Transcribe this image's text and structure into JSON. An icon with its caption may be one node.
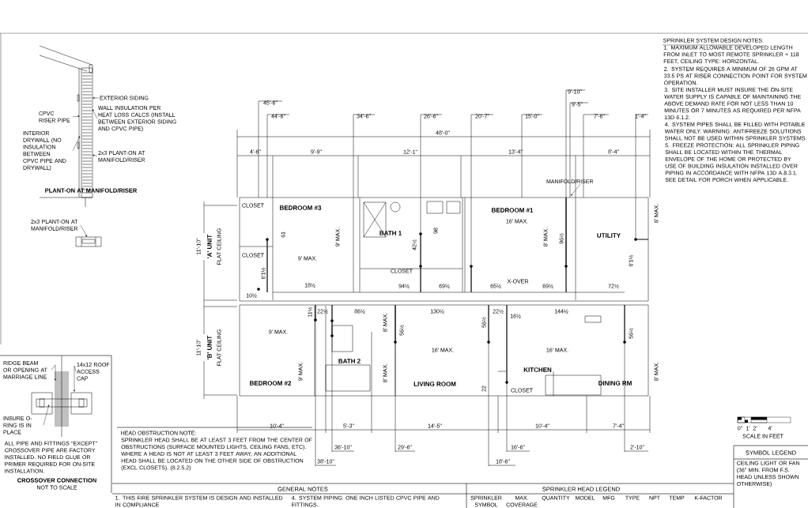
{
  "diagram": {
    "nodes": [
      {
        "text": [
          "EXTERIOR SIDING"
        ]
      },
      {
        "text": [
          "WALL INSULATION PER HEAT LOSS CALCS (INSTALL BETWEEN EXTERIOR SIDING AND CPVC PIPE)"
        ]
      },
      {
        "text": [
          "CPVC RISER PIPE"
        ]
      },
      {
        "text": [
          "INTERIOR DRYWALL (NO INSULATION BETWEEN CPVC PIPE AND DRYWALL)"
        ]
      },
      {
        "text": [
          "2x3 PLANT-ON AT MANIFOLD/RISER"
        ]
      },
      {
        "text": [
          "2x3 PLANT-ON AT MANIFOLD/RISER"
        ]
      },
      {
        "text": [
          "RIDGE BEAM OR OPENING AT MARRIAGE LINE"
        ]
      },
      {
        "text": [
          "14x12 ROOF ACCESS CAP"
        ]
      },
      {
        "text": [
          "INSURE O-RING IS IN PLACE"
        ]
      },
      {
        "text": [
          "MANIFOLD/RISER"
        ]
      }
    ],
    "edges": [
      {
        "from": 0,
        "to": null,
        "arrow": "to"
      },
      {
        "from": 1,
        "to": null,
        "arrow": "to"
      },
      {
        "from": 2,
        "to": null,
        "arrow": "to"
      },
      {
        "from": 3,
        "to": null,
        "arrow": "to"
      },
      {
        "from": 4,
        "to": null,
        "arrow": "to"
      },
      {
        "from": 5,
        "to": null,
        "arrow": "to"
      },
      {
        "from": 6,
        "to": null,
        "arrow": "to"
      },
      {
        "from": 7,
        "to": null,
        "arrow": "to"
      },
      {
        "from": 8,
        "to": null,
        "arrow": "to"
      },
      {
        "from": 9,
        "to": null,
        "arrow": "to"
      }
    ],
    "labels": [
      "PLANT-ON AT MANIFOLD/RISER",
      "45'-6\"",
      "9'-10\"",
      "9'-5\"",
      "44'-6\"",
      "34'-6\"",
      "26'-6\"",
      "20'-7\"",
      "15'-0\"",
      "7'-6\"",
      "1'-4\"",
      "48'-0\"",
      "4'-6\"",
      "9'-9\"",
      "12'-1\"",
      "13'-4\"",
      "8'-4\"",
      "SPRINKLER SYSTEM DESIGN NOTES:",
      "1. MAXIMUM ALLOWABLE DEVELOPED LENGTH FROM INLET TO MOST REMOTE SPRINKLER = 118 FEET, CEILING TYPE: HORIZONTAL.",
      "2. SYSTEM REQUIRES A MINIMUM OF 26 GPM AT 33.5 PS AT RISER CONNECTION POINT FOR SYSTEM OPERATION.",
      "3. SITE INSTALLER MUST INSURE THE ON-SITE WATER SUPPLY IS CAPABLE OF MAINTAINING THE ABOVE DEMAND RATE FOR NOT LESS THAN 10 MINUTES OR 7 MINUTES AS REQUIRED PER NFPA 13D 6.1.2.",
      "4. SYSTEM PIPES SHALL BE FILLED WITH POTABLE WATER ONLY. WARNING: ANTIFREEZE SOLUTIONS SHALL NOT BE USED WITHIN SPRINKLER SYSTEMS.",
      "5. FREEZE PROTECTION: ALL SPRINKLER PIPING SHALL BE LOCATED WITHIN THE THERMAL ENVELOPE OF THE HOME OR PROTECTED BY USE OF BUILDING INSULATION INSTALLED OVER PIPING IN ACCORDANCE WITH NFPA 13D A.8.3.1. SEE DETAIL FOR PORCH WHEN APPLICABLE.",
      "CLOSET",
      "BEDROOM #3",
      "BEDROOM #1",
      "BATH 1",
      "UTILITY",
      "CLOSET",
      "CLOSET",
      "X-OVER",
      "9' MAX.",
      "9' MAX.",
      "16' MAX.",
      "8' MAX.",
      "8' MAX.",
      "'A' UNIT",
      "FLAT CEILING",
      "11'-10\"",
      "'B' UNIT",
      "FLAT CEILING",
      "11'-10\"",
      "BATH 2",
      "KITCHEN",
      "BEDROOM #2",
      "LIVING ROOM",
      "DINING RM",
      "CLOSET",
      "9' MAX.",
      "9' MAX.",
      "8' MAX.",
      "8' MAX.",
      "16' MAX.",
      "16' MAX.",
      "8' MAX.",
      "61",
      "6'1½",
      "98",
      "42½",
      "96½",
      "6'1½",
      "18½",
      "10½",
      "94½",
      "69½",
      "65½",
      "69½",
      "72½",
      "11½",
      "22½",
      "86½",
      "130½",
      "22½",
      "16½",
      "144½",
      "56½",
      "56½",
      "56½",
      "22",
      "10'-4\"",
      "5'-3\"",
      "14'-5\"",
      "10'-4\"",
      "7'-4\"",
      "36'-10\"",
      "29'-6\"",
      "16'-6\"",
      "2'-10\"",
      "38'-10\"",
      "18'-6\"",
      "0\"",
      "1'",
      "2'",
      "4'",
      "SCALE IN FEET",
      "ALL PIPE AND FITTINGS \"EXCEPT\" CROSSOVER PIPE ARE FACTORY INSTALLED. NO FIELD GLUE OR PRIMER REQUIRED FOR ON-SITE INSTALLATION.",
      "CROSSOVER CONNECTION",
      "NOT TO SCALE",
      "HEAD OBSTRUCTION NOTE:",
      "SPRINKLER HEAD SHALL BE AT LEAST 3 FEET FROM THE CENTER OF OBSTRUCTIONS (SURFACE MOUNTED LIGHTS, CEILING FANS, ETC). WHERE A HEAD IS NOT AT LEAST 3 FEET AWAY, AN ADDITIONAL HEAD SHALL BE LOCATED ON THE OTHER SIDE OF OBSTRUCTION (EXCL CLOSETS). (8.2.5.2)",
      "GENERAL NOTES",
      "SPRINKLER HEAD LEGEND",
      "SYMBOL LEGEND",
      "1. THIS FIRE SPRINKLER SYSTEM IS DESIGN AND INSTALLED IN COMPLIANCE",
      "4. SYSTEM PIPING: ONE INCH LISTED CPVC PIPE AND FITTINGS.",
      "SPRINKLER SYMBOL",
      "MAX. COVERAGE",
      "QUANTITY",
      "MODEL",
      "MFG",
      "TYPE",
      "NPT",
      "TEMP",
      "K-FACTOR",
      "CEILING LIGHT OR FAN (36\" MIN. FROM F.S. HEAD UNLESS SHOWN OTHERWISE)"
    ]
  }
}
